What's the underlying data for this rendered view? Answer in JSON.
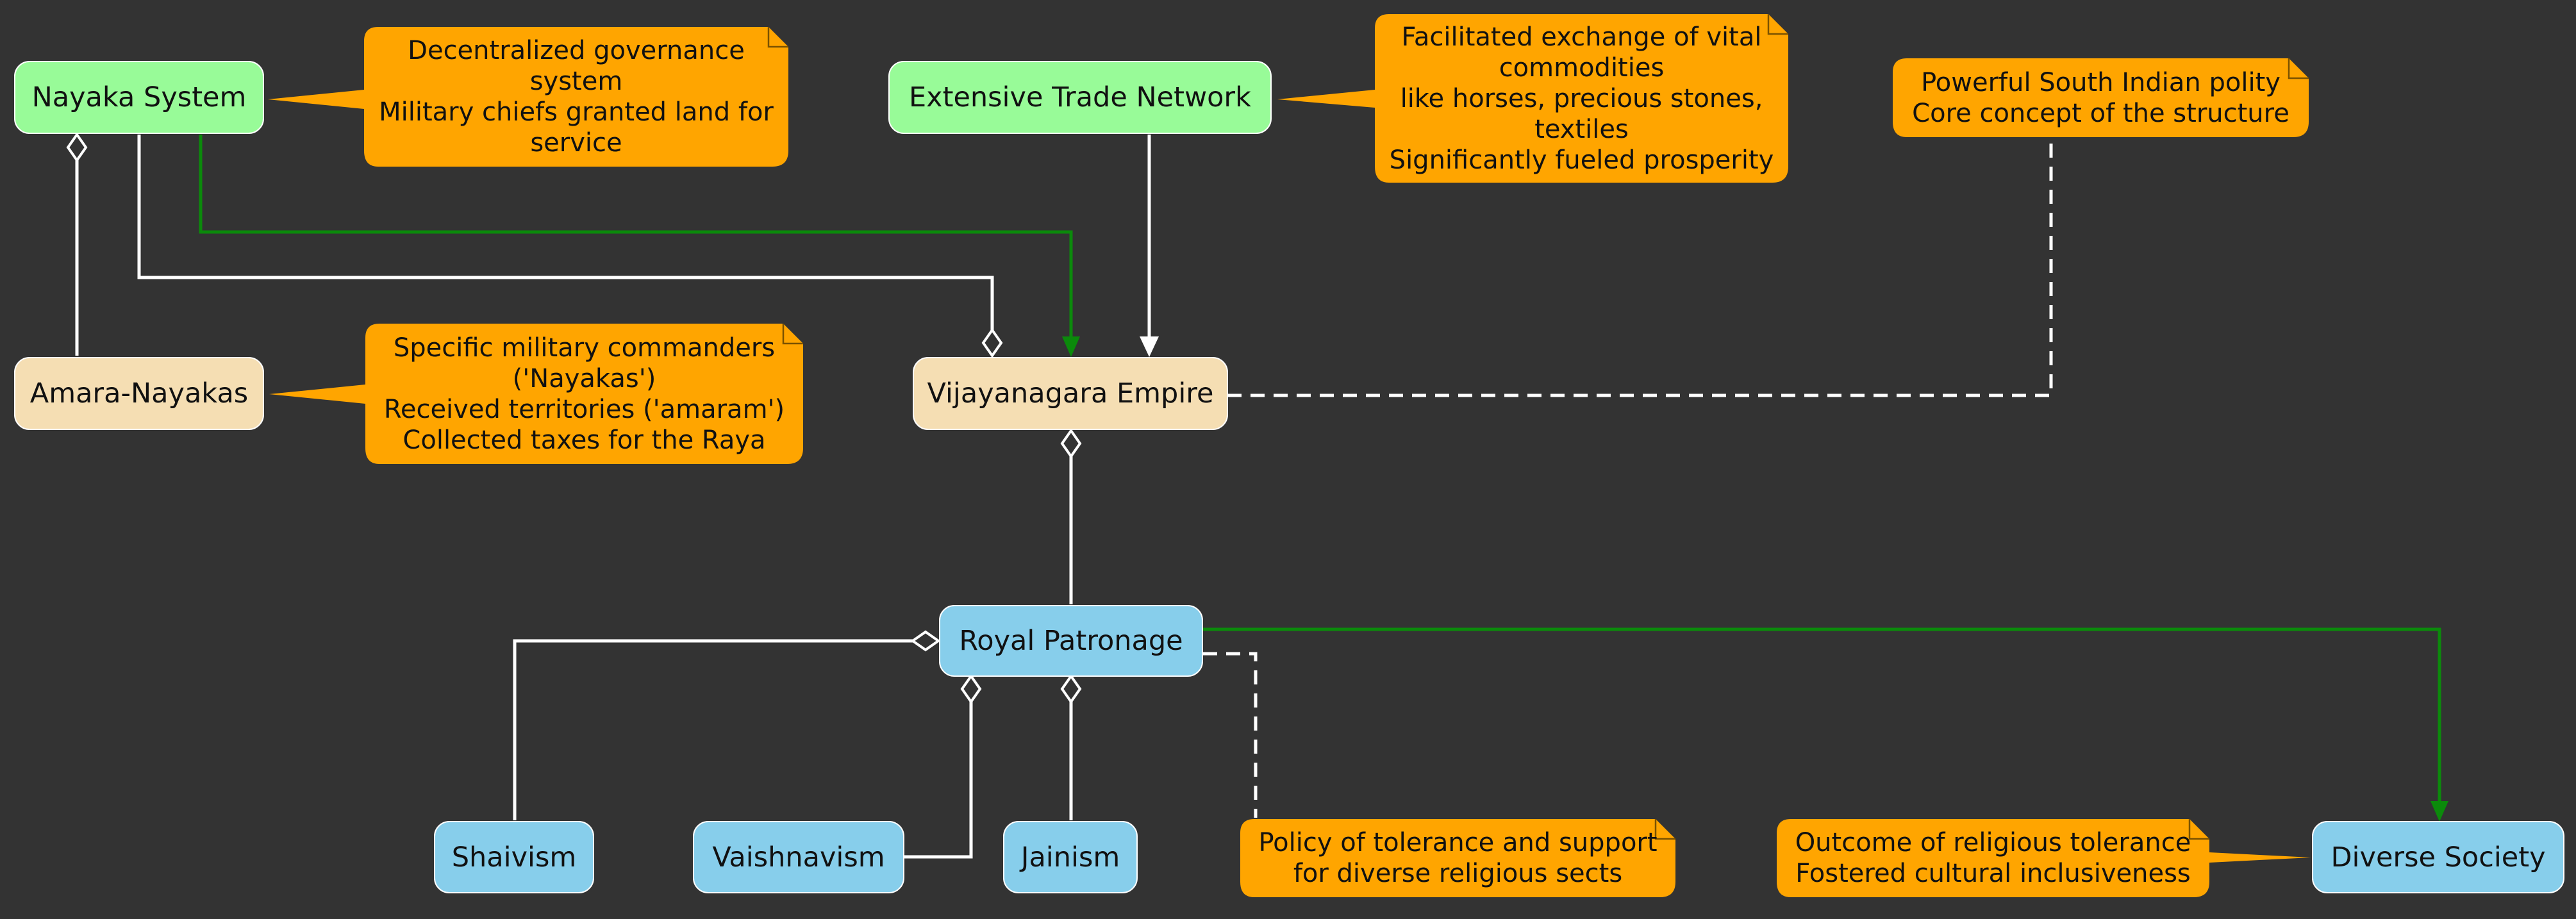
{
  "colors": {
    "background": "#333333",
    "green_node": "#98fb98",
    "wheat_node": "#f5deb3",
    "blue_node": "#87ceeb",
    "note_fill": "#ffa500",
    "connector": "#ffffff",
    "green_arrow": "#008000"
  },
  "nodes": {
    "nayaka_system": "Nayaka System",
    "trade_network": "Extensive Trade Network",
    "amara_nayakas": "Amara-Nayakas",
    "vijayanagara": "Vijayanagara Empire",
    "royal_patronage": "Royal Patronage",
    "shaivism": "Shaivism",
    "vaishnavism": "Vaishnavism",
    "jainism": "Jainism",
    "diverse_society": "Diverse Society"
  },
  "notes": {
    "nayaka": [
      "Decentralized governance",
      "system",
      "Military chiefs granted land for",
      "service"
    ],
    "trade": [
      "Facilitated exchange of vital",
      "commodities",
      "like horses, precious stones,",
      "textiles",
      "Significantly fueled prosperity"
    ],
    "polity": [
      "Powerful South Indian polity",
      "Core concept of the structure"
    ],
    "amara": [
      "Specific military commanders",
      "('Nayakas')",
      "Received territories ('amaram')",
      "Collected taxes for the Raya"
    ],
    "tolerance": [
      "Policy of tolerance and support",
      "for diverse religious sects"
    ],
    "outcome": [
      "Outcome of religious tolerance",
      "Fostered cultural inclusiveness"
    ]
  }
}
